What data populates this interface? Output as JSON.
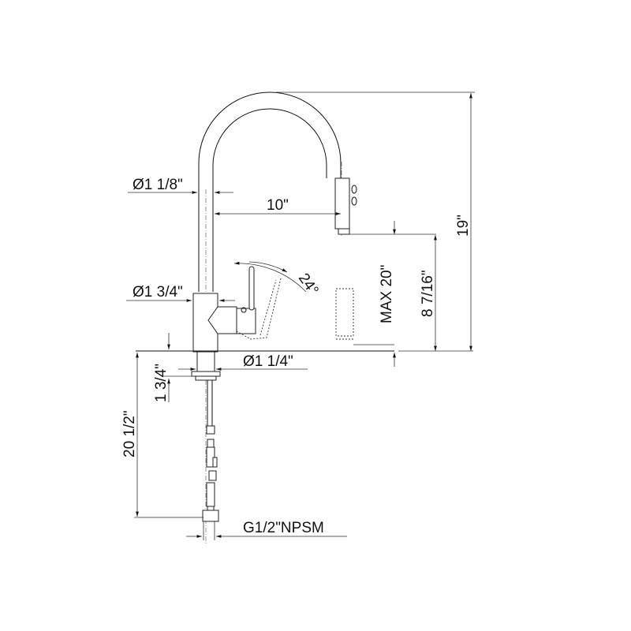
{
  "drawing": {
    "subject": "Pull-down kitchen faucet dimensional drawing",
    "dimensions": {
      "spout_diameter": "Ø1 1/8\"",
      "reach": "10\"",
      "body_diameter": "Ø1 3/4\"",
      "handle_rotation": "24°",
      "shank_diameter": "Ø1 1/4\"",
      "shank_length": "1 3/4\"",
      "hose_length": "20 1/2\"",
      "connection": "G1/2\"NPSM",
      "max_pullout": "MAX 20\"",
      "spout_clearance": "8 7/16\"",
      "overall_height": "19\""
    }
  }
}
